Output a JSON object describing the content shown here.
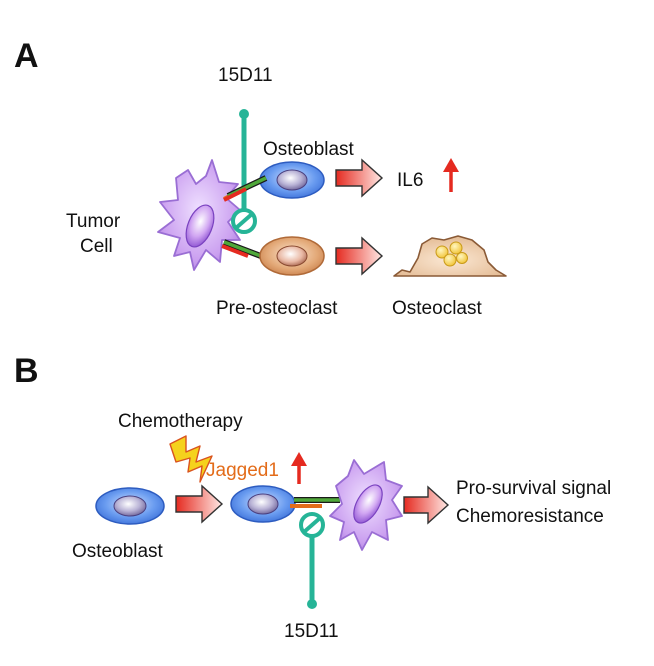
{
  "panel_a": {
    "label": "A",
    "antibody": "15D11",
    "osteoblast": "Osteoblast",
    "tumor_cell_line1": "Tumor",
    "tumor_cell_line2": "Cell",
    "pre_osteoclast": "Pre-osteoclast",
    "osteoclast": "Osteoclast",
    "il6": "IL6"
  },
  "panel_b": {
    "label": "B",
    "chemotherapy": "Chemotherapy",
    "jagged1": "Jagged1",
    "osteoblast": "Osteoblast",
    "antibody": "15D11",
    "outcome_line1": "Pro-survival signal",
    "outcome_line2": "Chemoresistance"
  },
  "colors": {
    "antibody": "#26b497",
    "osteoblast_fill": "#4f86e8",
    "tumor_fill": "#c99ef0",
    "pre_osteoclast_fill": "#e0ad84",
    "arrow_red": "#e52a20",
    "jagged_orange": "#e36c1a",
    "receptor_green": "#3a8a2a",
    "lightning": "#f5d21c"
  }
}
